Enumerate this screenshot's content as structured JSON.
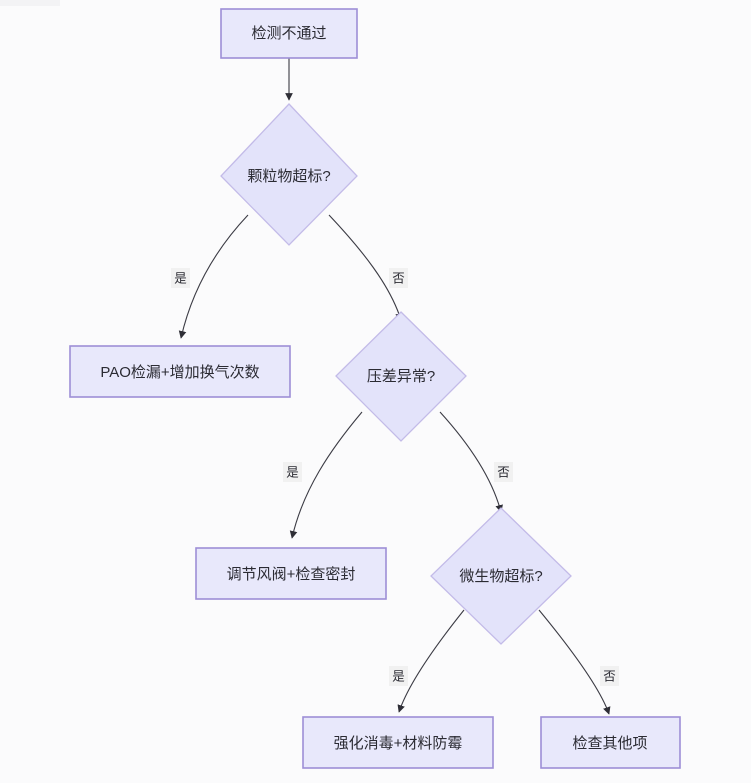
{
  "diagram": {
    "type": "flowchart",
    "title": "",
    "orientation": "top-down",
    "colors": {
      "canvas_background": "#fbfbfc",
      "node_fill": "#e8e8fb",
      "box_border": "#9d8ed6",
      "diamond_fill": "#e3e3fa",
      "diamond_border": "#c3bbe8",
      "edge_stroke": "#3b3b44",
      "edge_label_background": "#f1f1f1",
      "text": "#2b2b33"
    },
    "nodes": [
      {
        "id": "start",
        "shape": "box",
        "label": "检测不通过"
      },
      {
        "id": "d1",
        "shape": "diamond",
        "label": "颗粒物超标?"
      },
      {
        "id": "a1",
        "shape": "box",
        "label": "PAO检漏+增加换气次数"
      },
      {
        "id": "d2",
        "shape": "diamond",
        "label": "压差异常?"
      },
      {
        "id": "a2",
        "shape": "box",
        "label": "调节风阀+检查密封"
      },
      {
        "id": "d3",
        "shape": "diamond",
        "label": "微生物超标?"
      },
      {
        "id": "a3",
        "shape": "box",
        "label": "强化消毒+材料防霉"
      },
      {
        "id": "a4",
        "shape": "box",
        "label": "检查其他项"
      }
    ],
    "edges": [
      {
        "from": "start",
        "to": "d1",
        "label": ""
      },
      {
        "from": "d1",
        "to": "a1",
        "label": "是"
      },
      {
        "from": "d1",
        "to": "d2",
        "label": "否"
      },
      {
        "from": "d2",
        "to": "a2",
        "label": "是"
      },
      {
        "from": "d2",
        "to": "d3",
        "label": "否"
      },
      {
        "from": "d3",
        "to": "a3",
        "label": "是"
      },
      {
        "from": "d3",
        "to": "a4",
        "label": "否"
      }
    ]
  }
}
